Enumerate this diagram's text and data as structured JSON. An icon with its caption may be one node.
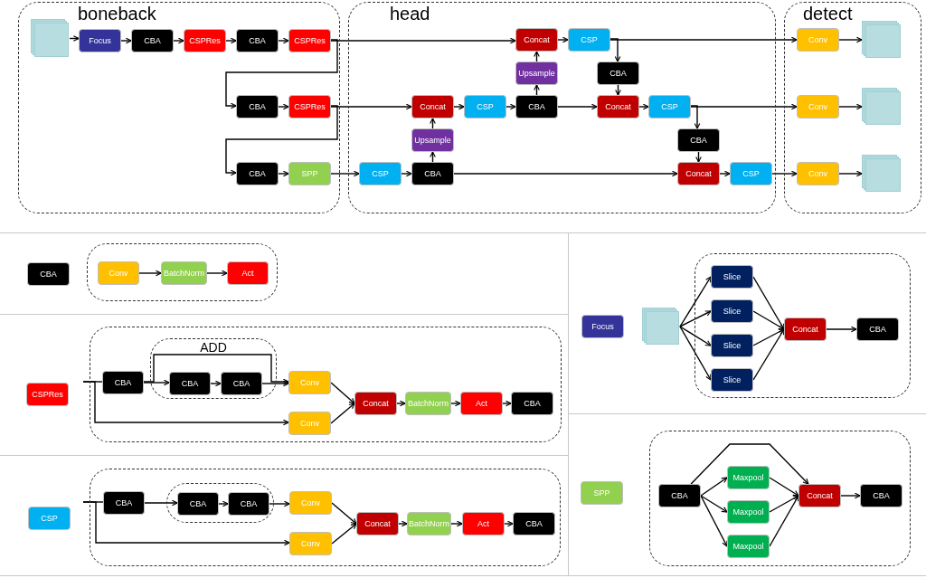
{
  "diagram": {
    "nodes": [
      {
        "text": [
          "boneback"
        ]
      },
      {
        "text": [
          "head"
        ]
      },
      {
        "text": [
          "detect"
        ]
      },
      {
        "text": [],
        "shape": "stack",
        "in": 0
      },
      {
        "text": [
          "Focus"
        ],
        "in": 0
      },
      {
        "text": [
          "CBA"
        ],
        "in": 0
      },
      {
        "text": [
          "CSPRes"
        ],
        "in": 0
      },
      {
        "text": [
          "CBA"
        ],
        "in": 0
      },
      {
        "text": [
          "CSPRes"
        ],
        "in": 0
      },
      {
        "text": [
          "CBA"
        ],
        "in": 0
      },
      {
        "text": [
          "CSPRes"
        ],
        "in": 0
      },
      {
        "text": [
          "CBA"
        ],
        "in": 0
      },
      {
        "text": [
          "SPP"
        ],
        "in": 0
      },
      {
        "text": [
          "CSP"
        ],
        "in": 1
      },
      {
        "text": [
          "CBA"
        ],
        "in": 1
      },
      {
        "text": [
          "Upsample"
        ],
        "in": 1
      },
      {
        "text": [
          "Concat"
        ],
        "in": 1
      },
      {
        "text": [
          "CSP"
        ],
        "in": 1
      },
      {
        "text": [
          "CBA"
        ],
        "in": 1
      },
      {
        "text": [
          "Upsample"
        ],
        "in": 1
      },
      {
        "text": [
          "Concat"
        ],
        "in": 1
      },
      {
        "text": [
          "CSP"
        ],
        "in": 1
      },
      {
        "text": [
          "CBA"
        ],
        "in": 1
      },
      {
        "text": [
          "Concat"
        ],
        "in": 1
      },
      {
        "text": [
          "CSP"
        ],
        "in": 1
      },
      {
        "text": [
          "CBA"
        ],
        "in": 1
      },
      {
        "text": [
          "Concat"
        ],
        "in": 1
      },
      {
        "text": [
          "CSP"
        ],
        "in": 1
      },
      {
        "text": [
          "Conv"
        ],
        "in": 2
      },
      {
        "text": [],
        "shape": "stack",
        "in": 2
      },
      {
        "text": [
          "Conv"
        ],
        "in": 2
      },
      {
        "text": [],
        "shape": "stack",
        "in": 2
      },
      {
        "text": [
          "Conv"
        ],
        "in": 2
      },
      {
        "text": [],
        "shape": "stack",
        "in": 2
      },
      {
        "text": [
          "CBA"
        ]
      },
      {
        "text": [],
        "shape": "box"
      },
      {
        "text": [
          "Conv"
        ],
        "in": 35
      },
      {
        "text": [
          "BatchNorm"
        ],
        "in": 35
      },
      {
        "text": [
          "Act"
        ],
        "in": 35
      },
      {
        "text": [
          "CSPRes"
        ]
      },
      {
        "text": [],
        "shape": "box"
      },
      {
        "text": [
          "CBA"
        ],
        "in": 40
      },
      {
        "text": [
          "ADD"
        ],
        "in": 40
      },
      {
        "text": [
          "CBA"
        ],
        "in": 42
      },
      {
        "text": [
          "CBA"
        ],
        "in": 42
      },
      {
        "text": [
          "Conv"
        ],
        "in": 40
      },
      {
        "text": [
          "Conv"
        ],
        "in": 40
      },
      {
        "text": [
          "Concat"
        ],
        "in": 40
      },
      {
        "text": [
          "BatchNorm"
        ],
        "in": 40
      },
      {
        "text": [
          "Act"
        ],
        "in": 40
      },
      {
        "text": [
          "CBA"
        ],
        "in": 40
      },
      {
        "text": [
          "CSP"
        ]
      },
      {
        "text": [],
        "shape": "box"
      },
      {
        "text": [
          "CBA"
        ],
        "in": 52
      },
      {
        "text": [],
        "shape": "box",
        "in": 52
      },
      {
        "text": [
          "CBA"
        ],
        "in": 54
      },
      {
        "text": [
          "CBA"
        ],
        "in": 54
      },
      {
        "text": [
          "Conv"
        ],
        "in": 52
      },
      {
        "text": [
          "Conv"
        ],
        "in": 52
      },
      {
        "text": [
          "Concat"
        ],
        "in": 52
      },
      {
        "text": [
          "BatchNorm"
        ],
        "in": 52
      },
      {
        "text": [
          "Act"
        ],
        "in": 52
      },
      {
        "text": [
          "CBA"
        ],
        "in": 52
      },
      {
        "text": [
          "Focus"
        ]
      },
      {
        "text": [],
        "shape": "stack"
      },
      {
        "text": [],
        "shape": "box"
      },
      {
        "text": [
          "Slice"
        ],
        "in": 65
      },
      {
        "text": [
          "Slice"
        ],
        "in": 65
      },
      {
        "text": [
          "Slice"
        ],
        "in": 65
      },
      {
        "text": [
          "Slice"
        ],
        "in": 65
      },
      {
        "text": [
          "Concat"
        ],
        "in": 65
      },
      {
        "text": [
          "CBA"
        ],
        "in": 65
      },
      {
        "text": [
          "SPP"
        ]
      },
      {
        "text": [],
        "shape": "box"
      },
      {
        "text": [
          "CBA"
        ],
        "in": 73
      },
      {
        "text": [
          "Maxpool"
        ],
        "in": 73
      },
      {
        "text": [
          "Maxpool"
        ],
        "in": 73
      },
      {
        "text": [
          "Maxpool"
        ],
        "in": 73
      },
      {
        "text": [
          "Concat"
        ],
        "in": 73
      },
      {
        "text": [
          "CBA"
        ],
        "in": 73
      }
    ],
    "edges": [
      {
        "from": 3,
        "to": 4,
        "arrow": "to"
      },
      {
        "from": 4,
        "to": 5,
        "arrow": "to"
      },
      {
        "from": 5,
        "to": 6,
        "arrow": "to"
      },
      {
        "from": 6,
        "to": 7,
        "arrow": "to"
      },
      {
        "from": 7,
        "to": 8,
        "arrow": "to"
      },
      {
        "from": 8,
        "to": 20,
        "arrow": "to"
      },
      {
        "from": 8,
        "to": 9,
        "arrow": "to"
      },
      {
        "from": 9,
        "to": 10,
        "arrow": "to"
      },
      {
        "from": 10,
        "to": 16,
        "arrow": "to"
      },
      {
        "from": 10,
        "to": 11,
        "arrow": "to"
      },
      {
        "from": 11,
        "to": 12,
        "arrow": "to"
      },
      {
        "from": 12,
        "to": 13,
        "arrow": "to"
      },
      {
        "from": 13,
        "to": 14,
        "arrow": "to"
      },
      {
        "from": 14,
        "to": 15,
        "arrow": "to"
      },
      {
        "from": 15,
        "to": 16,
        "arrow": "to"
      },
      {
        "from": 16,
        "to": 17,
        "arrow": "to"
      },
      {
        "from": 17,
        "to": 18,
        "arrow": "to"
      },
      {
        "from": 18,
        "to": 19,
        "arrow": "to"
      },
      {
        "from": 19,
        "to": 20,
        "arrow": "to"
      },
      {
        "from": 20,
        "to": 21,
        "arrow": "to"
      },
      {
        "from": 21,
        "to": 28,
        "arrow": "to"
      },
      {
        "from": 21,
        "to": 22,
        "arrow": "to"
      },
      {
        "from": 22,
        "to": 23,
        "arrow": "to"
      },
      {
        "from": 18,
        "to": 23,
        "arrow": "to"
      },
      {
        "from": 23,
        "to": 24,
        "arrow": "to"
      },
      {
        "from": 24,
        "to": 30,
        "arrow": "to"
      },
      {
        "from": 24,
        "to": 25,
        "arrow": "to"
      },
      {
        "from": 25,
        "to": 26,
        "arrow": "to"
      },
      {
        "from": 14,
        "to": 26,
        "arrow": "to"
      },
      {
        "from": 26,
        "to": 27,
        "arrow": "to"
      },
      {
        "from": 27,
        "to": 32,
        "arrow": "to"
      },
      {
        "from": 28,
        "to": 29,
        "arrow": "to"
      },
      {
        "from": 30,
        "to": 31,
        "arrow": "to"
      },
      {
        "from": 32,
        "to": 33,
        "arrow": "to"
      },
      {
        "from": 36,
        "to": 37,
        "arrow": "to"
      },
      {
        "from": 37,
        "to": 38,
        "arrow": "to"
      },
      {
        "from": null,
        "to": 41,
        "arrow": "none"
      },
      {
        "from": null,
        "to": 46,
        "arrow": "to"
      },
      {
        "from": 41,
        "to": 43,
        "arrow": "to"
      },
      {
        "from": 41,
        "to": 45,
        "arrow": "to"
      },
      {
        "from": 43,
        "to": 44,
        "arrow": "to"
      },
      {
        "from": 44,
        "to": 45,
        "arrow": "to"
      },
      {
        "from": 45,
        "to": 47,
        "arrow": "to"
      },
      {
        "from": 46,
        "to": 47,
        "arrow": "to"
      },
      {
        "from": 47,
        "to": 48,
        "arrow": "to"
      },
      {
        "from": 48,
        "to": 49,
        "arrow": "to"
      },
      {
        "from": 49,
        "to": 50,
        "arrow": "to"
      },
      {
        "from": null,
        "to": 53,
        "arrow": "none"
      },
      {
        "from": null,
        "to": 58,
        "arrow": "to"
      },
      {
        "from": 53,
        "to": 55,
        "arrow": "to"
      },
      {
        "from": 55,
        "to": 56,
        "arrow": "to"
      },
      {
        "from": 56,
        "to": 57,
        "arrow": "to"
      },
      {
        "from": 57,
        "to": 59,
        "arrow": "to"
      },
      {
        "from": 58,
        "to": 59,
        "arrow": "to"
      },
      {
        "from": 59,
        "to": 60,
        "arrow": "to"
      },
      {
        "from": 60,
        "to": 61,
        "arrow": "to"
      },
      {
        "from": 61,
        "to": 62,
        "arrow": "to"
      },
      {
        "from": 64,
        "to": 66,
        "arrow": "to"
      },
      {
        "from": 64,
        "to": 67,
        "arrow": "to"
      },
      {
        "from": 64,
        "to": 68,
        "arrow": "to"
      },
      {
        "from": 64,
        "to": 69,
        "arrow": "to"
      },
      {
        "from": 66,
        "to": 70,
        "arrow": "to"
      },
      {
        "from": 67,
        "to": 70,
        "arrow": "to"
      },
      {
        "from": 68,
        "to": 70,
        "arrow": "to"
      },
      {
        "from": 69,
        "to": 70,
        "arrow": "to"
      },
      {
        "from": 70,
        "to": 71,
        "arrow": "to"
      },
      {
        "from": 74,
        "to": 75,
        "arrow": "to"
      },
      {
        "from": 74,
        "to": 76,
        "arrow": "to"
      },
      {
        "from": 74,
        "to": 77,
        "arrow": "to"
      },
      {
        "from": 75,
        "to": 78,
        "arrow": "to"
      },
      {
        "from": 76,
        "to": 78,
        "arrow": "to"
      },
      {
        "from": 77,
        "to": 78,
        "arrow": "to"
      },
      {
        "from": 74,
        "to": 78,
        "arrow": "to"
      },
      {
        "from": 78,
        "to": 79,
        "arrow": "to"
      }
    ]
  }
}
